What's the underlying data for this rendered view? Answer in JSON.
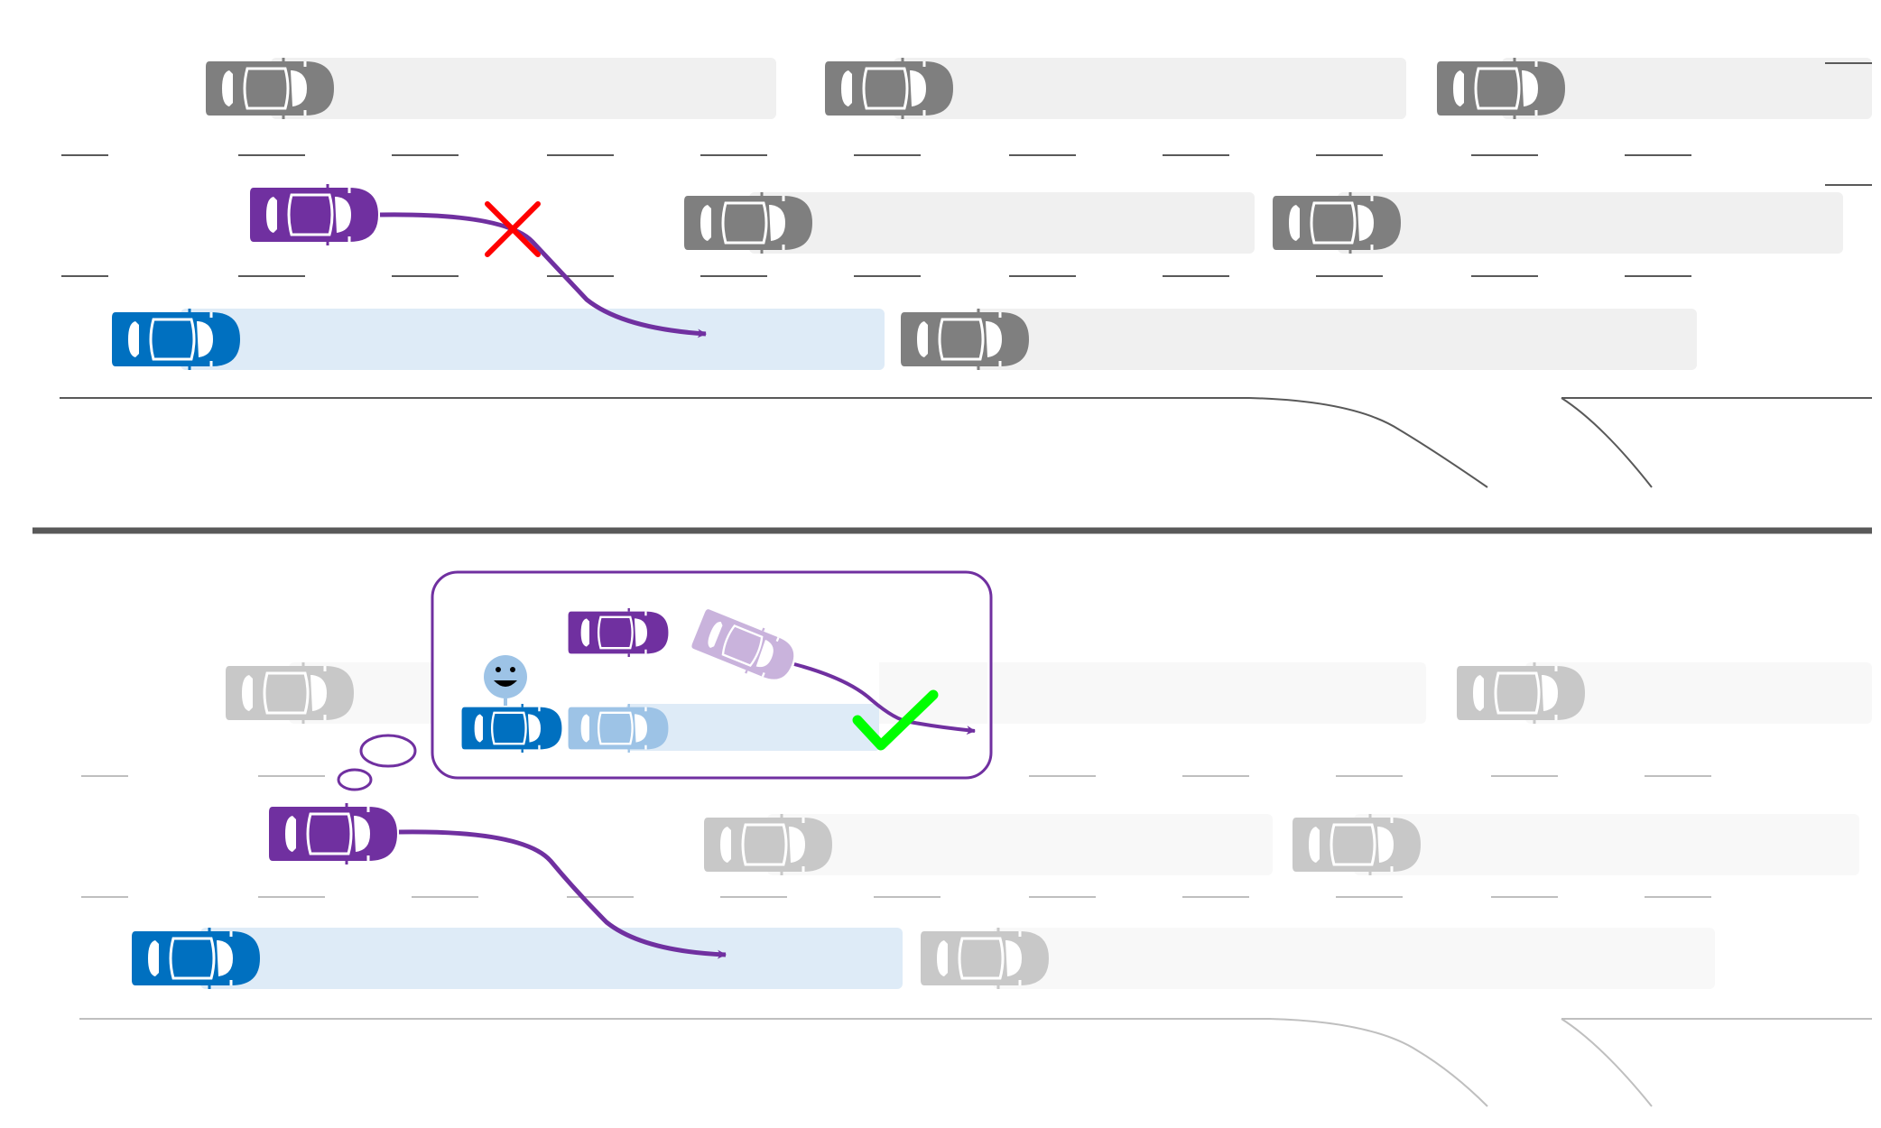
{
  "colors": {
    "purple": "#7030a0",
    "blue": "#0070c0",
    "gray_car": "#7f7f7f",
    "faded_car": "#c8c8c8",
    "lane_line": "#595959",
    "faded_line": "#bfbfbf",
    "block_gray": "#f0f0f0",
    "block_faded": "#f8f8f8",
    "block_blue": "#deebf7",
    "divider": "#595959",
    "reject": "#ff0000",
    "accept": "#00ff00",
    "light_purple": "#c9b3dc",
    "light_blue": "#9dc3e6",
    "smiley": "#9dc3e6"
  },
  "icons": {
    "car": "car-topdown-icon",
    "reject": "red-x-icon",
    "accept": "green-check-icon",
    "driver": "smiley-face-icon",
    "thought": "thought-bubble-icon"
  },
  "scenes": [
    {
      "name": "top-scenario",
      "outcome": "merge-blocked"
    },
    {
      "name": "bottom-scenario",
      "outcome": "merge-accepted",
      "thought_bubble": true
    }
  ]
}
